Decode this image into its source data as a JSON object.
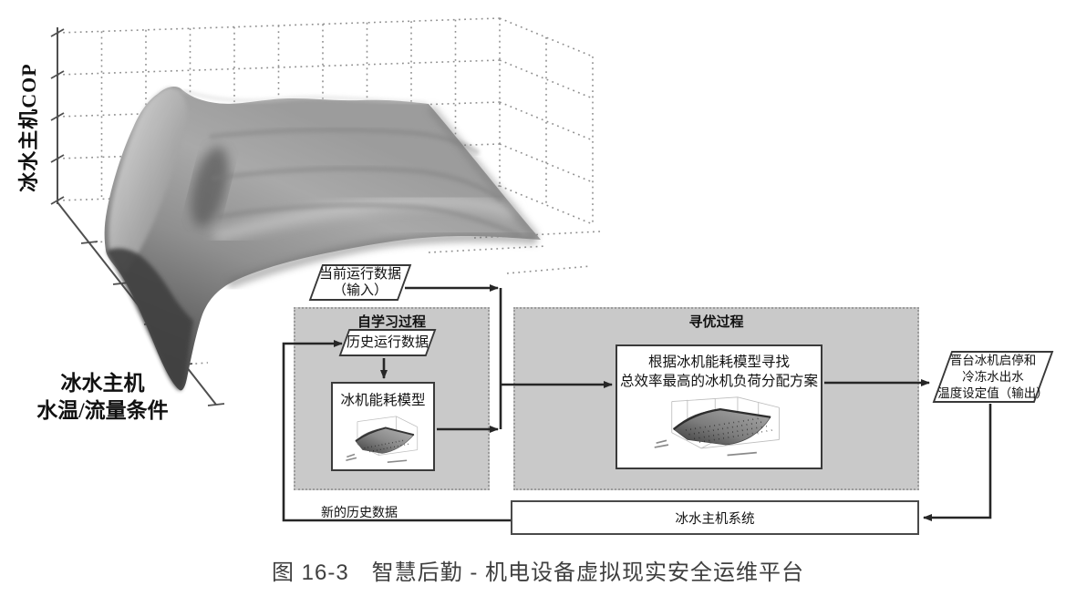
{
  "caption": {
    "text": "图 16-3　智慧后勤 - 机电设备虚拟现实安全运维平台"
  },
  "surface_plot": {
    "y_axis_label": "冰水主机COP",
    "x_axis_label_line1": "冰水主机",
    "x_axis_label_line2": "水温/流量条件"
  },
  "flowchart": {
    "input_node": {
      "line1": "当前运行数据",
      "line2": "（输入）"
    },
    "self_learning": {
      "title": "自学习过程",
      "history_node": "历史运行数据",
      "model_node": "冰机能耗模型"
    },
    "optimization": {
      "title": "寻优过程",
      "search_line1": "根据冰机能耗模型寻找",
      "search_line2": "总效率最高的冰机负荷分配方案"
    },
    "output_node": {
      "line1": "晋台冰机启停和",
      "line2": "冷冻水出水",
      "line3": "温度设定值（输出）"
    },
    "system_node": {
      "label": "冰水主机系统"
    },
    "feedback_label": "新的历史数据"
  },
  "colors": {
    "panel_gray": "#c9c9c9",
    "dashed_border": "#9c9c9c",
    "line_color": "#262626",
    "surface_dark": "#3f3f3f",
    "surface_light": "#d5d5d5"
  }
}
